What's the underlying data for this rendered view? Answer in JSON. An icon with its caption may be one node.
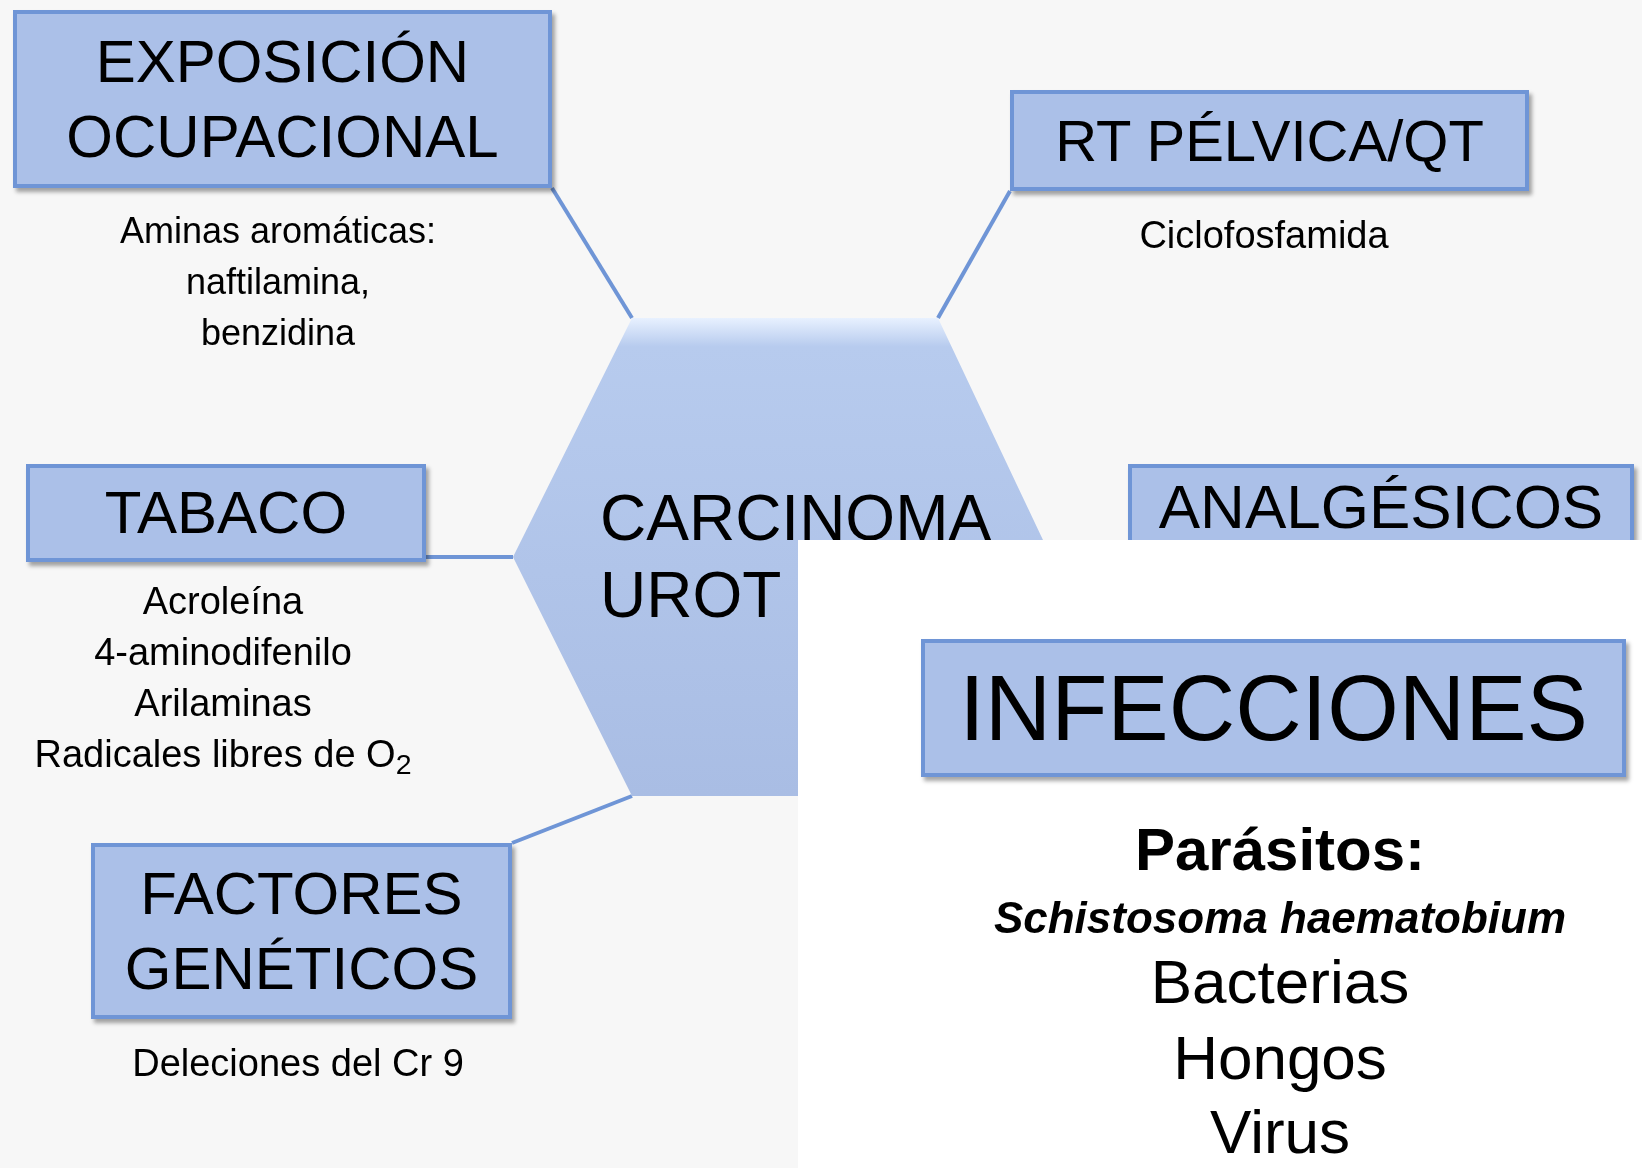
{
  "diagram": {
    "nodes": [
      {
        "text": [
          "EXPOSICIÓN OCUPACIONAL"
        ],
        "beside": [
          "Aminas aromáticas: naftilamina, benzidina"
        ]
      },
      {
        "text": [
          "RT PÉLVICA/QT"
        ],
        "beside": [
          "Ciclofosfamida"
        ]
      },
      {
        "text": [
          "CARCINOMA UROT"
        ]
      },
      {
        "text": [
          "TABACO"
        ],
        "beside": [
          "Acroleína",
          "4-aminodifenilo",
          "Arilaminas",
          "Radicales libres de O$_{2}$"
        ]
      },
      {
        "text": [
          "ANALGÉSICOS"
        ]
      },
      {
        "text": [
          "FACTORES GENÉTICOS"
        ],
        "beside": [
          "Deleciones del Cr 9"
        ]
      },
      {
        "text": [
          "INFECCIONES"
        ],
        "beside": [
          "Parásitos:",
          "Schistosoma haematobium",
          "Bacterias",
          "Hongos",
          "Virus"
        ]
      }
    ],
    "edges": [
      {
        "from": 0,
        "to": 2,
        "arrow": "none"
      },
      {
        "from": 1,
        "to": 2,
        "arrow": "none"
      },
      {
        "from": 3,
        "to": 2,
        "arrow": "none"
      },
      {
        "from": 5,
        "to": 2,
        "arrow": "none"
      }
    ]
  }
}
